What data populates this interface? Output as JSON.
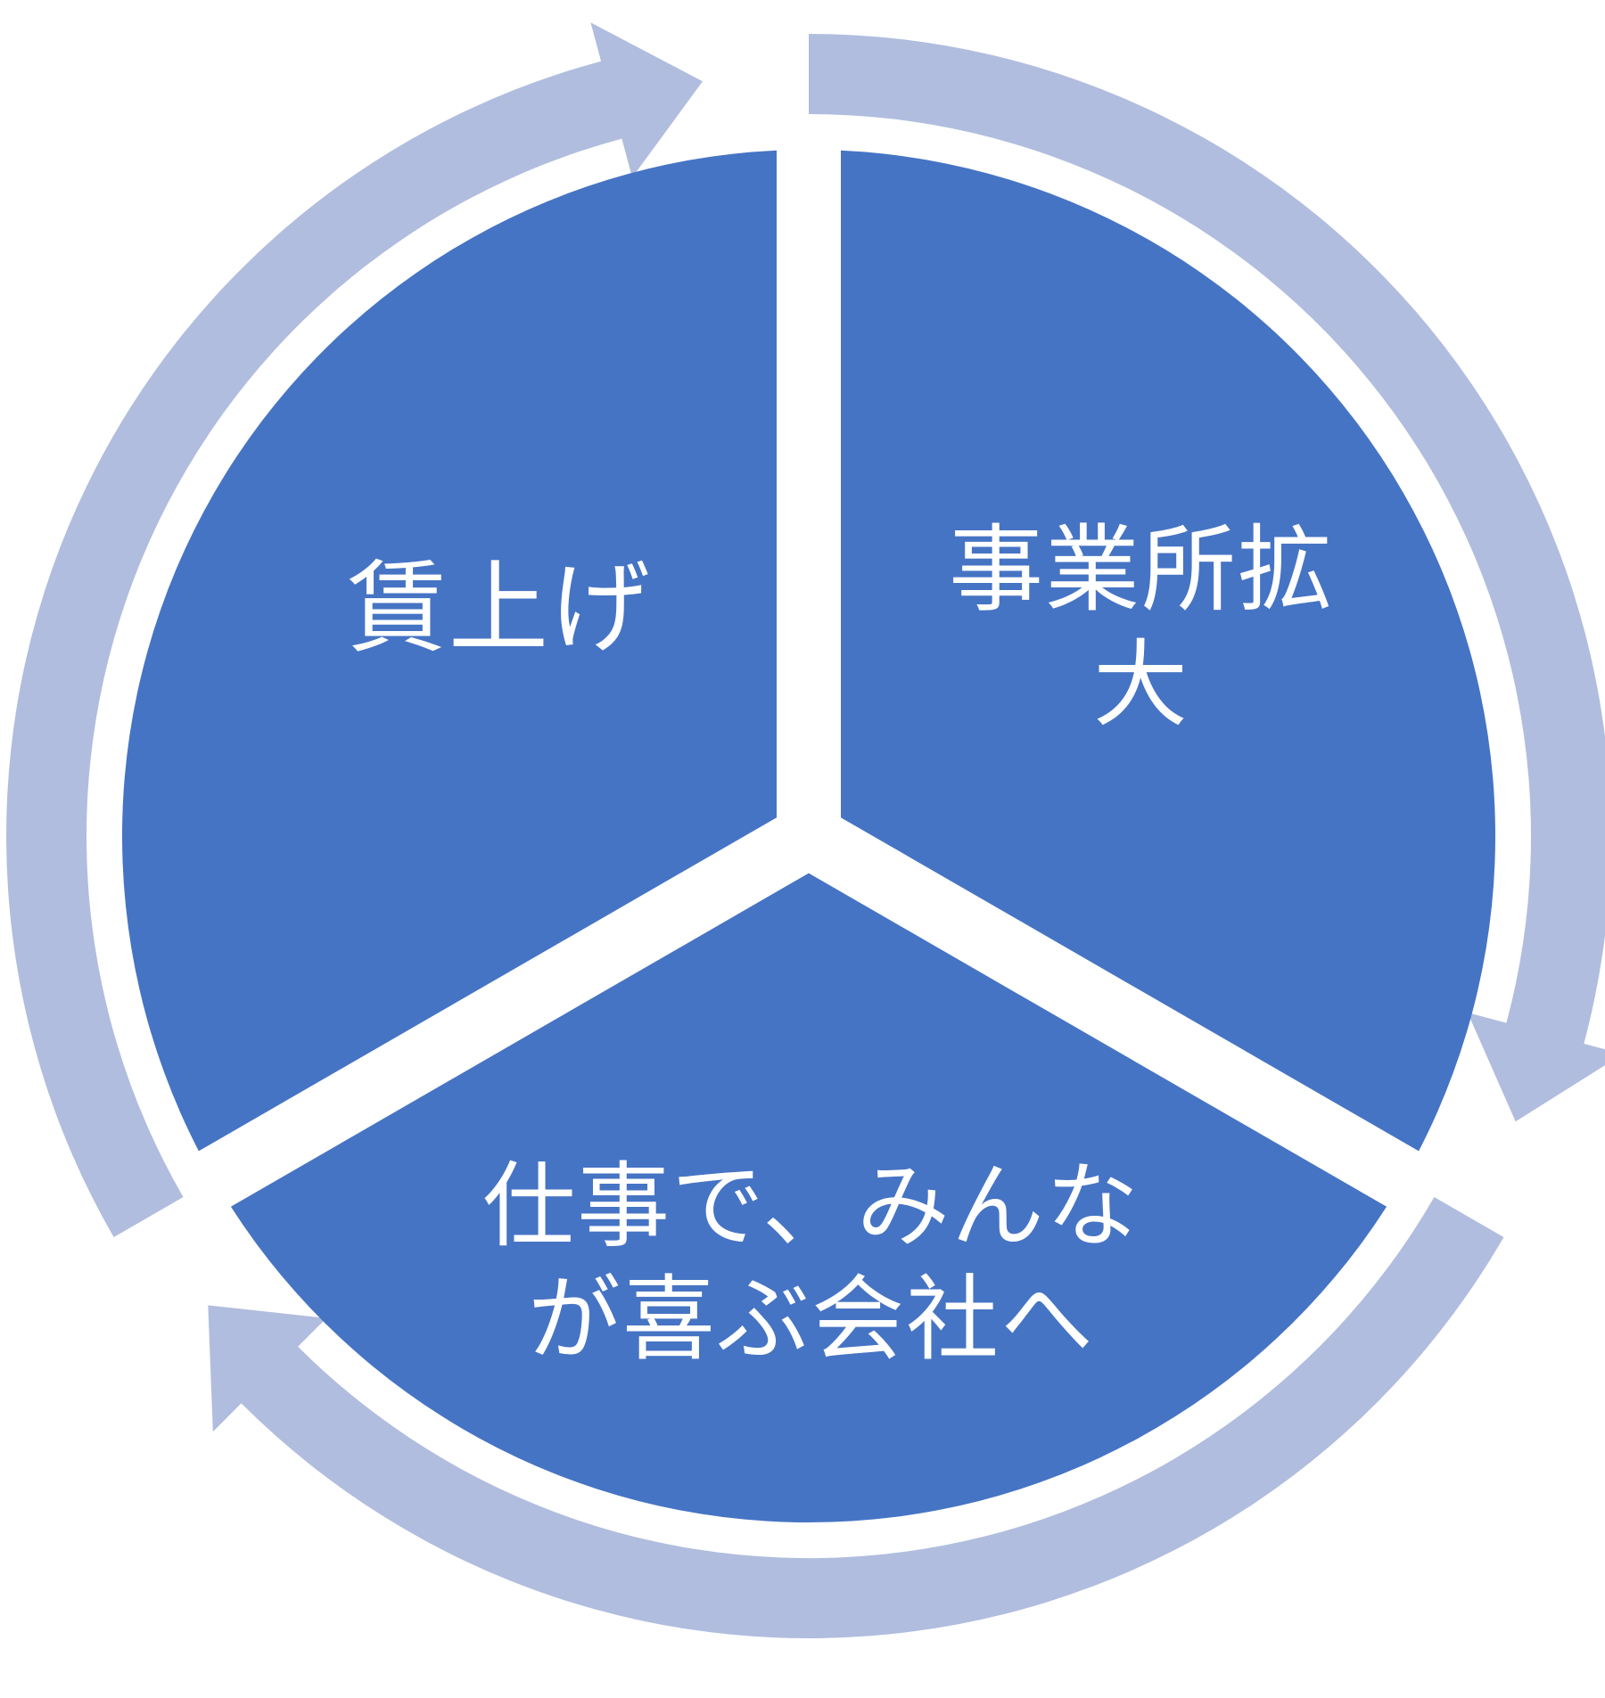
{
  "diagram": {
    "type": "cycle",
    "colors": {
      "segment_fill": "#4674C4",
      "arrow_ring": "#B0BDDE",
      "background": "#FFFFFF",
      "label_text": "#FFFFFF"
    },
    "segments": [
      {
        "id": "left",
        "label": "賃上げ"
      },
      {
        "id": "right",
        "label": "事業所拡\n大"
      },
      {
        "id": "bottom",
        "label": "仕事で、みんな\nが喜ぶ会社へ"
      }
    ],
    "flow": [
      "left",
      "right",
      "bottom"
    ],
    "direction": "clockwise"
  }
}
